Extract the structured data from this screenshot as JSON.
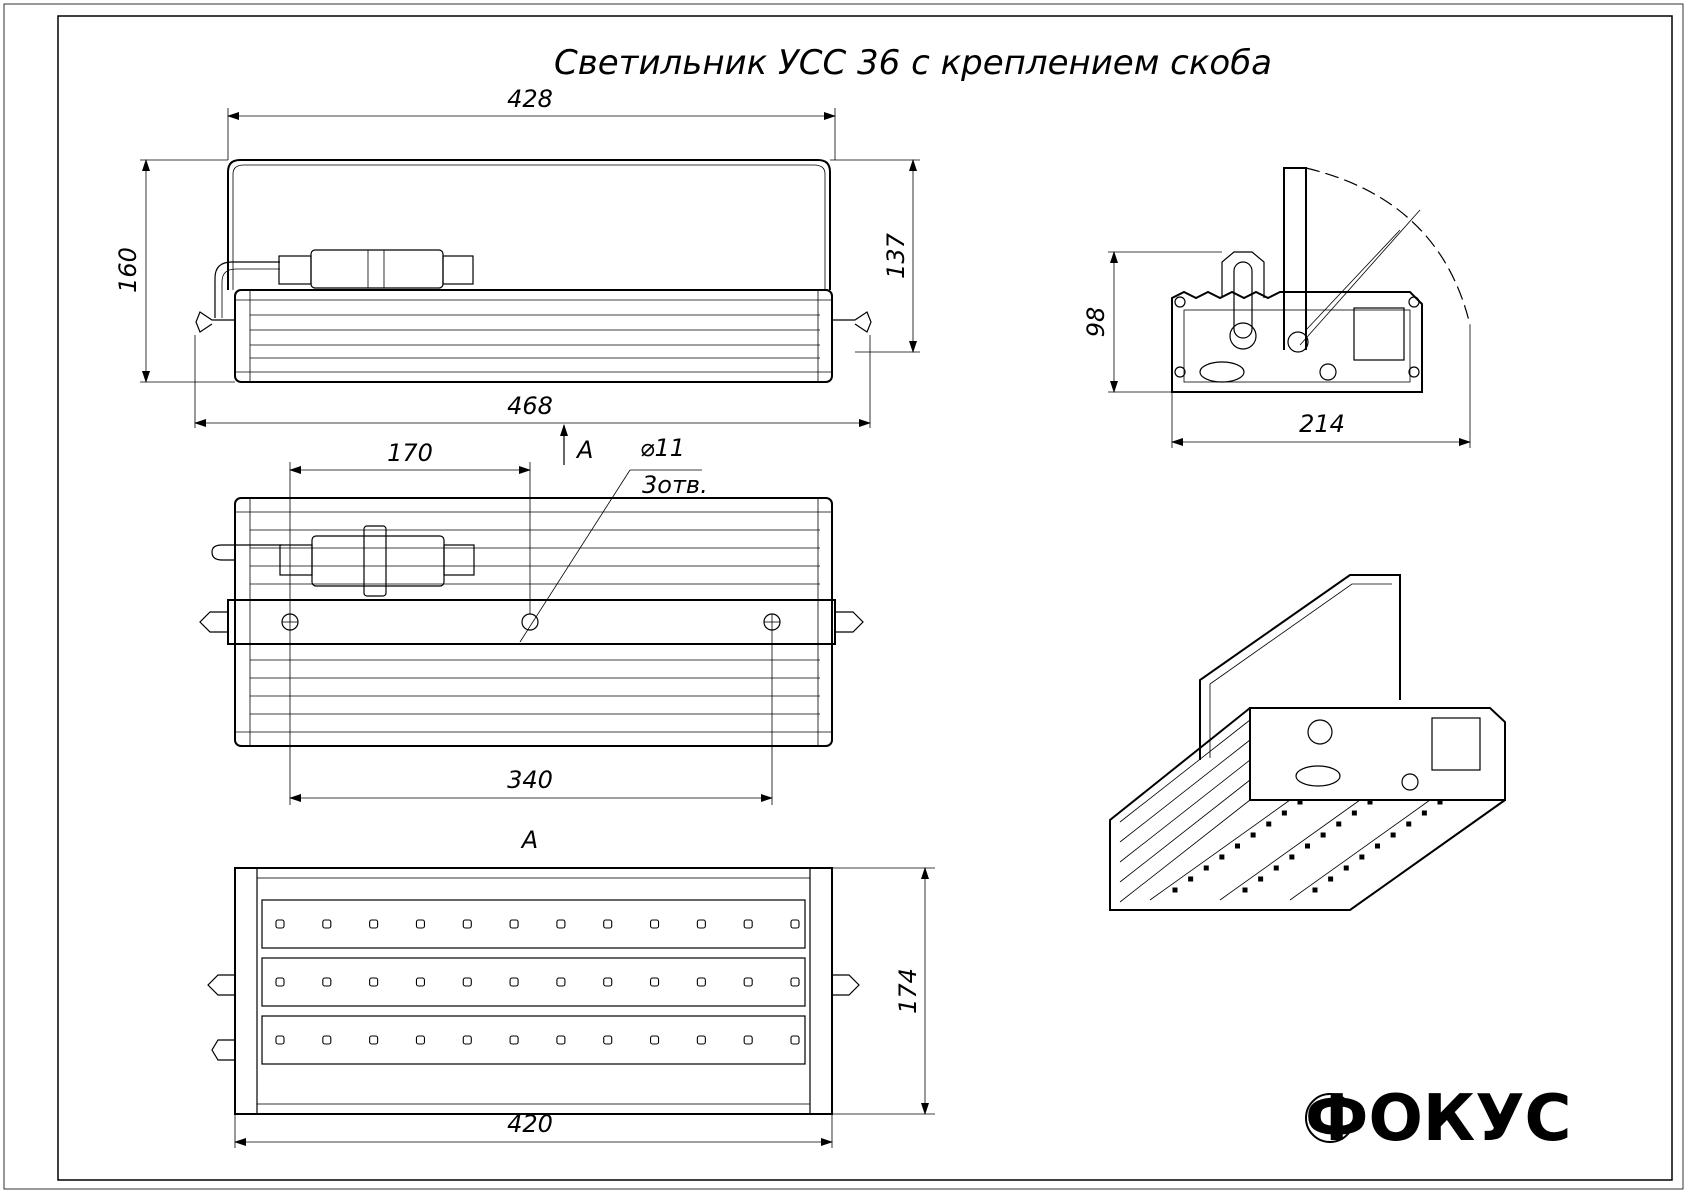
{
  "title": "Светильник УСС 36 с креплением скоба",
  "dimensions": {
    "top_width": "428",
    "top_height_left": "160",
    "top_height_right": "137",
    "top_overall_width": "468",
    "view_arrow": "A",
    "hole_offset": "170",
    "hole_diameter": "⌀11",
    "hole_count": "3отв.",
    "hole_spacing": "340",
    "bottom_view_label": "A",
    "bottom_height": "174",
    "bottom_width": "420",
    "side_height": "98",
    "side_width": "214"
  },
  "logo": "ФОКУС",
  "led_rows": 3,
  "led_columns": 12
}
